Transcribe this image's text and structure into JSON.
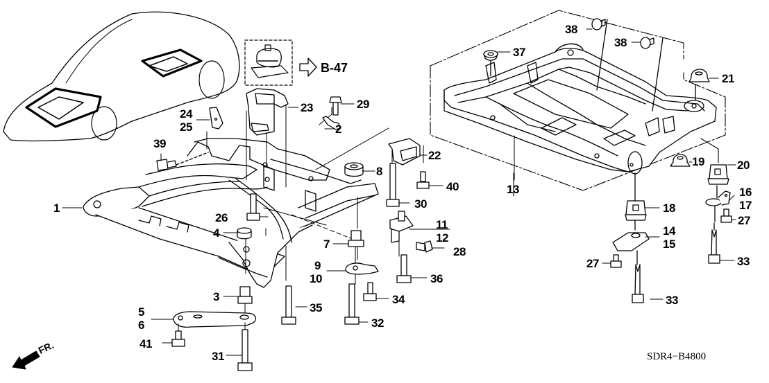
{
  "diagram": {
    "title_code": "SDR4−B4800",
    "reference": {
      "label": "B-47",
      "arrow": "hollow-right-arrow"
    },
    "direction_indicator": {
      "label": "FR.",
      "icon": "front-arrow-icon"
    },
    "inset": {
      "description": "vehicle-location-inset"
    },
    "callouts": [
      {
        "id": "c1",
        "label": "1"
      },
      {
        "id": "c2",
        "label": "2"
      },
      {
        "id": "c3",
        "label": "3"
      },
      {
        "id": "c4",
        "label": "4"
      },
      {
        "id": "c5",
        "label": "5"
      },
      {
        "id": "c6",
        "label": "6"
      },
      {
        "id": "c7",
        "label": "7"
      },
      {
        "id": "c8",
        "label": "8"
      },
      {
        "id": "c9",
        "label": "9"
      },
      {
        "id": "c10",
        "label": "10"
      },
      {
        "id": "c11",
        "label": "11"
      },
      {
        "id": "c12",
        "label": "12"
      },
      {
        "id": "c13",
        "label": "13"
      },
      {
        "id": "c14",
        "label": "14"
      },
      {
        "id": "c15",
        "label": "15"
      },
      {
        "id": "c16",
        "label": "16"
      },
      {
        "id": "c17",
        "label": "17"
      },
      {
        "id": "c18",
        "label": "18"
      },
      {
        "id": "c19",
        "label": "19"
      },
      {
        "id": "c20",
        "label": "20"
      },
      {
        "id": "c21",
        "label": "21"
      },
      {
        "id": "c22",
        "label": "22"
      },
      {
        "id": "c23",
        "label": "23"
      },
      {
        "id": "c24",
        "label": "24"
      },
      {
        "id": "c25",
        "label": "25"
      },
      {
        "id": "c26",
        "label": "26"
      },
      {
        "id": "c27a",
        "label": "27"
      },
      {
        "id": "c27b",
        "label": "27"
      },
      {
        "id": "c28",
        "label": "28"
      },
      {
        "id": "c29",
        "label": "29"
      },
      {
        "id": "c30",
        "label": "30"
      },
      {
        "id": "c31",
        "label": "31"
      },
      {
        "id": "c32",
        "label": "32"
      },
      {
        "id": "c33a",
        "label": "33"
      },
      {
        "id": "c33b",
        "label": "33"
      },
      {
        "id": "c34",
        "label": "34"
      },
      {
        "id": "c35",
        "label": "35"
      },
      {
        "id": "c36",
        "label": "36"
      },
      {
        "id": "c37",
        "label": "37"
      },
      {
        "id": "c38a",
        "label": "38"
      },
      {
        "id": "c38b",
        "label": "38"
      },
      {
        "id": "c39",
        "label": "39"
      },
      {
        "id": "c40",
        "label": "40"
      },
      {
        "id": "c41",
        "label": "41"
      }
    ]
  }
}
